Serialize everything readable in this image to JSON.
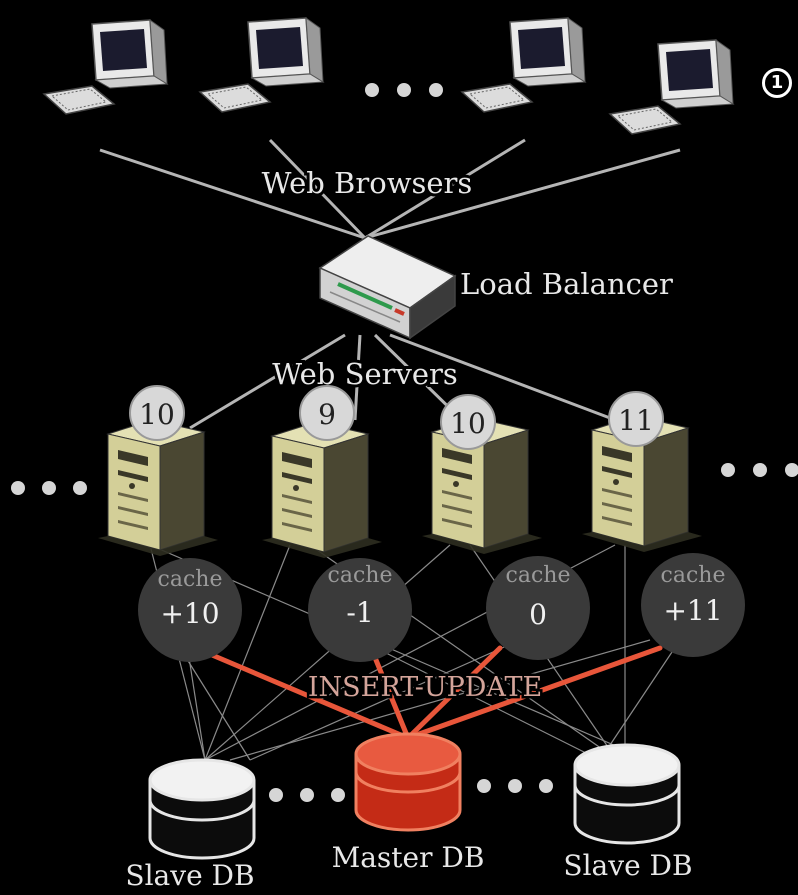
{
  "step_marker": "1",
  "labels": {
    "web_browsers": "Web Browsers",
    "load_balancer": "Load Balancer",
    "web_servers": "Web Servers",
    "insert_update": "INSERT-UPDATE",
    "master_db": "Master DB",
    "slave_db_left": "Slave DB",
    "slave_db_right": "Slave DB"
  },
  "server_counts": [
    "10",
    "9",
    "10",
    "11"
  ],
  "caches": [
    {
      "label": "cache",
      "value": "+10"
    },
    {
      "label": "cache",
      "value": "-1"
    },
    {
      "label": "cache",
      "value": "0"
    },
    {
      "label": "cache",
      "value": "+11"
    }
  ],
  "colors": {
    "background": "#000000",
    "link": "#b5b5b5",
    "insert_update_link": "#e8563a",
    "master_db": "#d8321c",
    "server_body": "#cfcc96",
    "cache_node": "#3a3a3a"
  }
}
